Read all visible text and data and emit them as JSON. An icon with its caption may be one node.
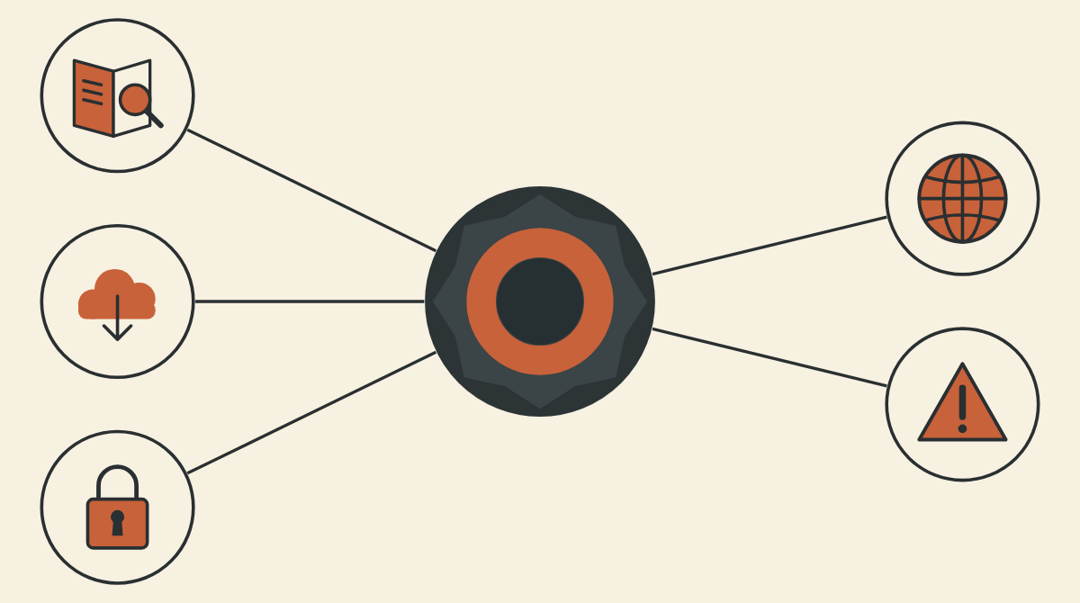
{
  "diagram": {
    "nodes": [
      {
        "text": [],
        "shape": "picture"
      },
      {
        "text": [],
        "shape": "picture"
      },
      {
        "text": [],
        "shape": "picture"
      },
      {
        "text": [],
        "shape": "picture"
      },
      {
        "text": [],
        "shape": "picture"
      },
      {
        "text": [],
        "shape": "picture"
      }
    ],
    "edges": [
      {
        "from": 0,
        "to": 3,
        "arrow": "none"
      },
      {
        "from": 3,
        "to": 1,
        "arrow": "none"
      },
      {
        "from": 2,
        "to": 3,
        "arrow": "none"
      },
      {
        "from": 3,
        "to": 4,
        "arrow": "none"
      },
      {
        "from": 5,
        "to": 3,
        "arrow": "none"
      }
    ]
  }
}
